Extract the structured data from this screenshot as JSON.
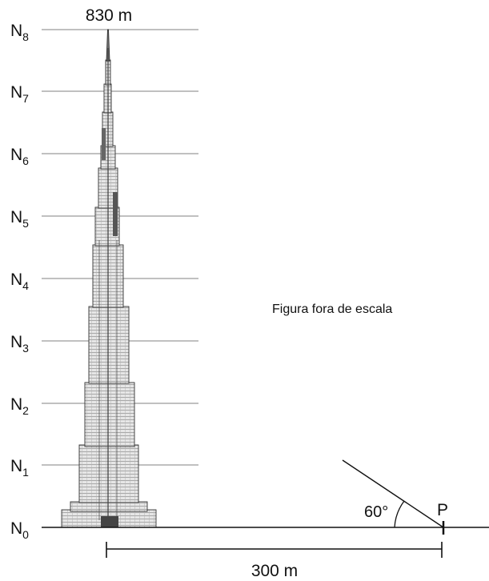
{
  "levels": [
    {
      "letter": "N",
      "sub": "0"
    },
    {
      "letter": "N",
      "sub": "1"
    },
    {
      "letter": "N",
      "sub": "2"
    },
    {
      "letter": "N",
      "sub": "3"
    },
    {
      "letter": "N",
      "sub": "4"
    },
    {
      "letter": "N",
      "sub": "5"
    },
    {
      "letter": "N",
      "sub": "6"
    },
    {
      "letter": "N",
      "sub": "7"
    },
    {
      "letter": "N",
      "sub": "8"
    }
  ],
  "top_height_label": "830 m",
  "caption": "Figura fora de escala",
  "angle_label": "60°",
  "point_label": "P",
  "distance_label": "300 m"
}
